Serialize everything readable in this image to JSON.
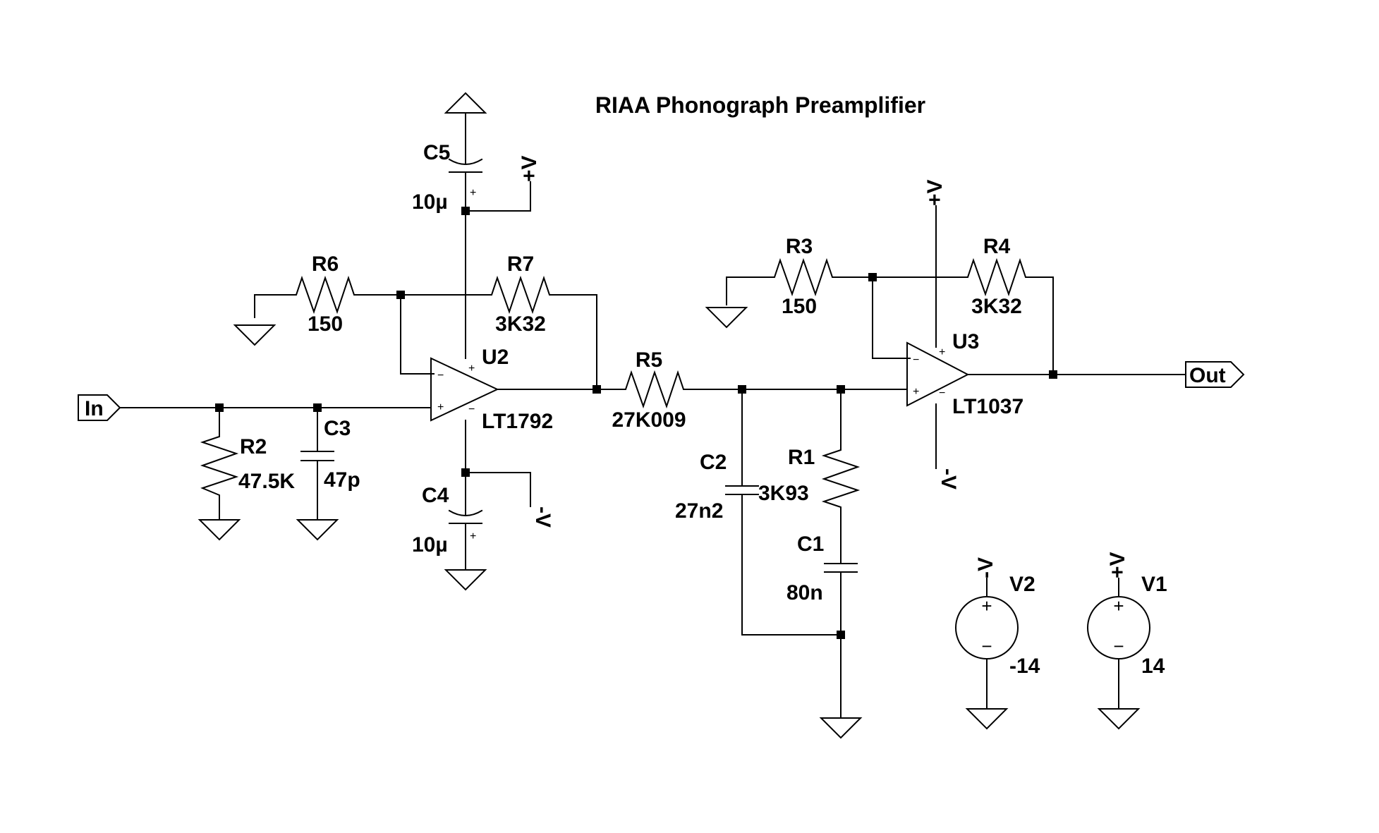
{
  "title": "RIAA Phonograph Preamplifier",
  "ports": {
    "input": "In",
    "output": "Out"
  },
  "supply_labels": {
    "positive": "+V",
    "negative": "-V"
  },
  "opamp_signs": {
    "plus": "+",
    "minus": "−"
  },
  "components": {
    "R1": {
      "ref": "R1",
      "value": "3K93"
    },
    "R2": {
      "ref": "R2",
      "value": "47.5K"
    },
    "R3": {
      "ref": "R3",
      "value": "150"
    },
    "R4": {
      "ref": "R4",
      "value": "3K32"
    },
    "R5": {
      "ref": "R5",
      "value": "27K009"
    },
    "R6": {
      "ref": "R6",
      "value": "150"
    },
    "R7": {
      "ref": "R7",
      "value": "3K32"
    },
    "C1": {
      "ref": "C1",
      "value": "80n"
    },
    "C2": {
      "ref": "C2",
      "value": "27n2"
    },
    "C3": {
      "ref": "C3",
      "value": "47p"
    },
    "C4": {
      "ref": "C4",
      "value": "10µ"
    },
    "C5": {
      "ref": "C5",
      "value": "10µ"
    },
    "U2": {
      "ref": "U2",
      "value": "LT1792"
    },
    "U3": {
      "ref": "U3",
      "value": "LT1037"
    },
    "V1": {
      "ref": "V1",
      "value": "14"
    },
    "V2": {
      "ref": "V2",
      "value": "-14"
    }
  }
}
